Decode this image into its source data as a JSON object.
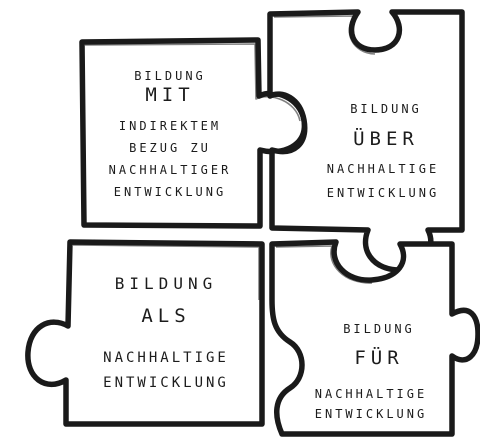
{
  "highlight_color": "#bfe0d2",
  "outline_color": "#1a1a1a",
  "pieces": [
    {
      "heading": "BILDUNG",
      "keyword": "MIT",
      "lines": [
        "INDIREKTEM",
        "BEZUG ZU",
        "NACHHALTIGER",
        "ENTWICKLUNG"
      ]
    },
    {
      "heading": "BILDUNG",
      "keyword": "ÜBER",
      "lines": [
        "NACHHALTIGE",
        "ENTWICKLUNG"
      ]
    },
    {
      "heading": "BILDUNG",
      "keyword": "ALS",
      "lines": [
        "NACHHALTIGE",
        "ENTWICKLUNG"
      ]
    },
    {
      "heading": "BILDUNG",
      "keyword": "FÜR",
      "lines": [
        "NACHHALTIGE",
        "ENTWICKLUNG"
      ]
    }
  ]
}
